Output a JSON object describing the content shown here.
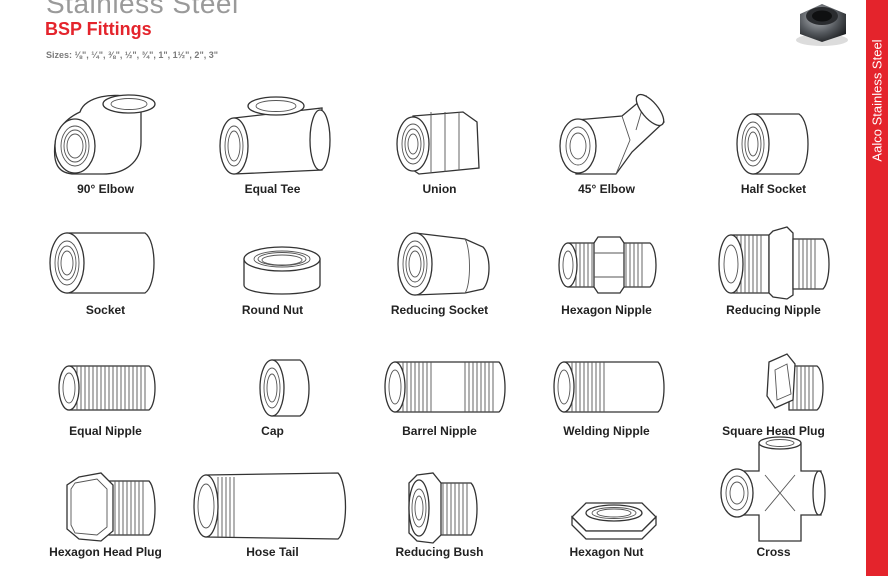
{
  "header": {
    "title": "Stainless Steel",
    "section": "BSP Fittings",
    "sizes": "Sizes: ⅛\", ¼\", ⅜\", ½\", ¾\", 1\", 1½\", 2\", 3\""
  },
  "side_band": {
    "text": "Aalco Stainless Steel",
    "color": "#e4242c"
  },
  "colors": {
    "accent": "#e4242c",
    "text": "#222222",
    "subtitle": "#7a7a7a"
  },
  "fittings": [
    {
      "label": "90° Elbow",
      "icon": "elbow-90-icon"
    },
    {
      "label": "Equal Tee",
      "icon": "equal-tee-icon"
    },
    {
      "label": "Union",
      "icon": "union-icon"
    },
    {
      "label": "45° Elbow",
      "icon": "elbow-45-icon"
    },
    {
      "label": "Half Socket",
      "icon": "half-socket-icon"
    },
    {
      "label": "Socket",
      "icon": "socket-icon"
    },
    {
      "label": "Round Nut",
      "icon": "round-nut-icon"
    },
    {
      "label": "Reducing Socket",
      "icon": "reducing-socket-icon"
    },
    {
      "label": "Hexagon Nipple",
      "icon": "hexagon-nipple-icon"
    },
    {
      "label": "Reducing Nipple",
      "icon": "reducing-nipple-icon"
    },
    {
      "label": "Equal Nipple",
      "icon": "equal-nipple-icon"
    },
    {
      "label": "Cap",
      "icon": "cap-icon"
    },
    {
      "label": "Barrel Nipple",
      "icon": "barrel-nipple-icon"
    },
    {
      "label": "Welding Nipple",
      "icon": "welding-nipple-icon"
    },
    {
      "label": "Square Head Plug",
      "icon": "square-head-plug-icon"
    },
    {
      "label": "Hexagon Head Plug",
      "icon": "hexagon-head-plug-icon"
    },
    {
      "label": "Hose Tail",
      "icon": "hose-tail-icon"
    },
    {
      "label": "Reducing Bush",
      "icon": "reducing-bush-icon"
    },
    {
      "label": "Hexagon Nut",
      "icon": "hexagon-nut-icon"
    },
    {
      "label": "Cross",
      "icon": "cross-icon"
    }
  ]
}
